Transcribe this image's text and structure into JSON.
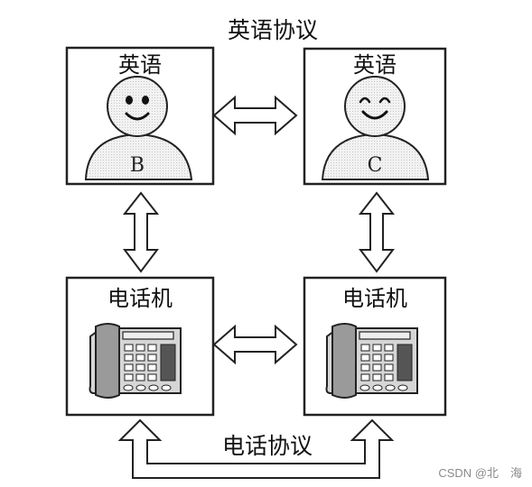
{
  "top_protocol_label": "英语协议",
  "bottom_protocol_label": "电话协议",
  "boxes": {
    "top_left": {
      "title": "英语",
      "person": "B"
    },
    "top_right": {
      "title": "英语",
      "person": "C"
    },
    "bottom_left": {
      "title": "电话机"
    },
    "bottom_right": {
      "title": "电话机"
    }
  },
  "watermark": "CSDN @北　海"
}
